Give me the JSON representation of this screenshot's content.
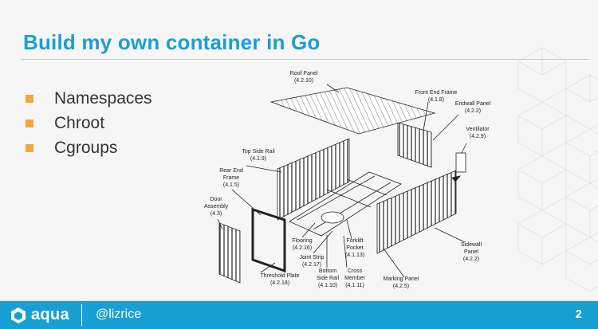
{
  "slide": {
    "title": "Build my own container in Go",
    "bullets": [
      "Namespaces",
      "Chroot",
      "Cgroups"
    ],
    "colors": {
      "title": "#1a9fcf",
      "bullet": "#f2a83b",
      "footer": "#16a0d3"
    }
  },
  "diagram": {
    "labels": {
      "roof_panel": {
        "name": "Roof Panel",
        "ref": "(4.2.10)"
      },
      "front_end_frame": {
        "name": "Front End Frame",
        "ref": "(4.1.8)"
      },
      "endwall_panel": {
        "name": "Endwall Panel",
        "ref": "(4.2.2)"
      },
      "ventilator": {
        "name": "Ventilator",
        "ref": "(4.2.9)"
      },
      "top_side_rail": {
        "name": "Top Side Rail",
        "ref": "(4.1.9)"
      },
      "rear_end_frame": {
        "name": "Rear End",
        "name2": "Frame",
        "ref": "(4.1.5)"
      },
      "door_assembly": {
        "name": "Door",
        "name2": "Assembly",
        "ref": "(4.3)"
      },
      "flooring": {
        "name": "Flooring",
        "ref": "(4.2.16)"
      },
      "joint_strip": {
        "name": "Joint Strip",
        "ref": "(4.2.17)"
      },
      "forklift_pocket": {
        "name": "Forklift",
        "name2": "Pocket",
        "ref": "(4.1.13)"
      },
      "threshold_plate": {
        "name": "Threshold Plate",
        "ref": "(4.2.18)"
      },
      "bottom_side_rail": {
        "name": "Bottom",
        "name2": "Side Rail",
        "ref": "(4.1.10)"
      },
      "cross_member": {
        "name": "Cross",
        "name2": "Member",
        "ref": "(4.1.11)"
      },
      "sidewall_panel": {
        "name": "Sidewall",
        "name2": "Panel",
        "ref": "(4.2.2)"
      },
      "marking_panel": {
        "name": "Marking Panel",
        "ref": "(4.2.5)"
      }
    }
  },
  "footer": {
    "logo_text": "aqua",
    "logo_icon": "aqua-logo-icon",
    "handle": "@lizrice",
    "page_number": "2"
  }
}
